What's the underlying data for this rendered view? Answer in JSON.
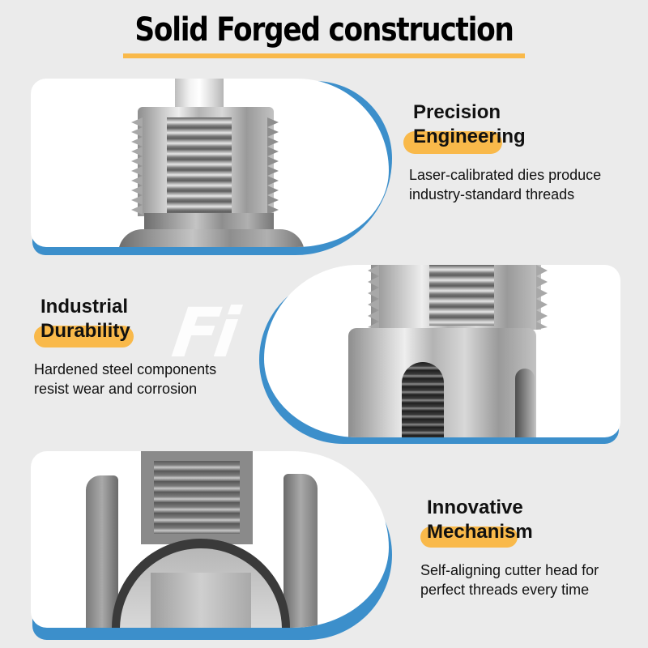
{
  "header": {
    "title": "Solid Forged construction",
    "underline_color": "#f9b94a"
  },
  "colors": {
    "background": "#ebebeb",
    "card": "#ffffff",
    "card_accent": "#3c8fcb",
    "highlight": "#f9b94a",
    "text": "#111111"
  },
  "watermark": {
    "text": "Fi"
  },
  "features": [
    {
      "heading_line1": "Precision",
      "heading_line2": "Engineering",
      "description_line1": "Laser-calibrated dies produce",
      "description_line2": "industry-standard threads",
      "image": "threaded-die-closeup"
    },
    {
      "heading_line1": "Industrial",
      "heading_line2": "Durability",
      "description_line1": "Hardened steel components",
      "description_line2": "resist wear and corrosion",
      "image": "slotted-steel-collar"
    },
    {
      "heading_line1": "Innovative",
      "heading_line2": "Mechanism",
      "description_line1": "Self-aligning cutter head for",
      "description_line2": "perfect threads every time",
      "image": "cutter-head-cross-section"
    }
  ]
}
